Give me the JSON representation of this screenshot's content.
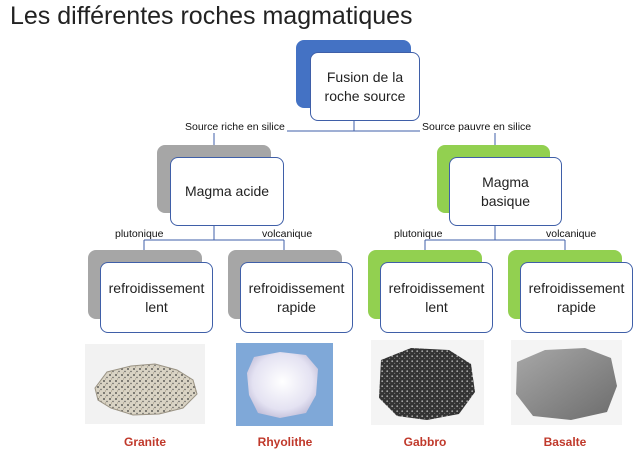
{
  "title": "Les différentes roches magmatiques",
  "root": {
    "label_line1": "Fusion de la",
    "label_line2": "roche source"
  },
  "edges": {
    "left": "Source riche en silice",
    "right": "Source pauvre en silice"
  },
  "acid": {
    "label": "Magma acide"
  },
  "basic": {
    "label_line1": "Magma",
    "label_line2": "basique"
  },
  "sub_edges": {
    "plutonique": "plutonique",
    "volcanique": "volcanique"
  },
  "cooling": {
    "slow_line1": "refroidissement",
    "slow_line2": "lent",
    "fast_line1": "refroidissement",
    "fast_line2": "rapide"
  },
  "rocks": [
    "Granite",
    "Rhyolithe",
    "Gabbro",
    "Basalte"
  ],
  "colors": {
    "blue": "#4472c4",
    "grey": "#a6a6a6",
    "green": "#92d050",
    "rock_label": "#c0392b",
    "connector": "#3f5fa8"
  }
}
